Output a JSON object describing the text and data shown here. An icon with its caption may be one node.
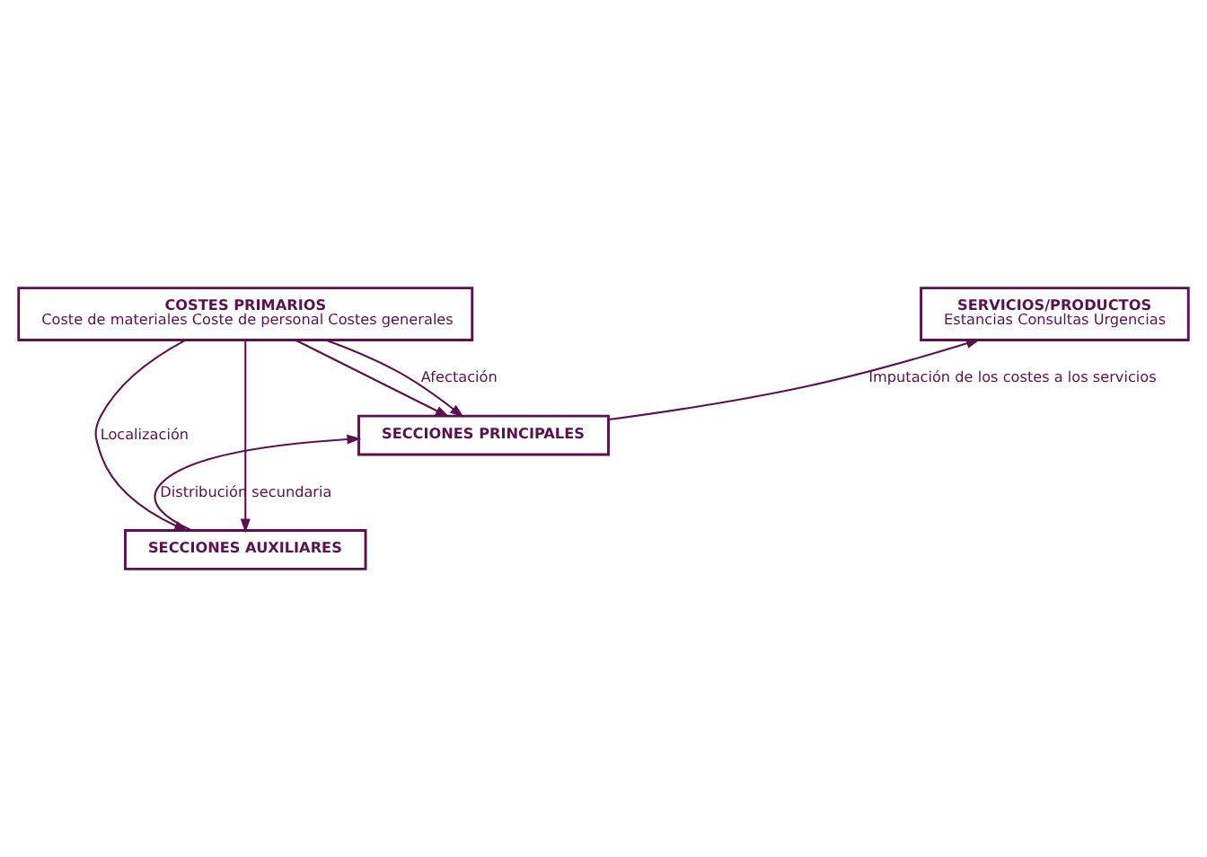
{
  "diagram": {
    "nodes": [
      {
        "text": [
          "COSTES PRIMARIOS",
          "Coste de materiales Coste de personal Costes generales"
        ]
      },
      {
        "text": [
          "SERVICIOS/PRODUCTOS",
          "Estancias Consultas Urgencias"
        ]
      },
      {
        "text": [
          "SECCIONES PRINCIPALES"
        ]
      },
      {
        "text": [
          "SECCIONES AUXILIARES"
        ]
      }
    ],
    "edges": [
      {
        "from": 0,
        "to": 3,
        "arrow": "to",
        "label": "Localización"
      },
      {
        "from": 0,
        "to": 2,
        "arrow": "to"
      },
      {
        "from": 0,
        "to": 3,
        "arrow": "to"
      },
      {
        "from": 0,
        "to": 2,
        "arrow": "to",
        "label": "Afectación"
      },
      {
        "from": 3,
        "to": 2,
        "arrow": "to",
        "label": "Distribución secundaria"
      },
      {
        "from": 2,
        "to": 1,
        "arrow": "to",
        "label": "Imputación de los costes a los servicios"
      }
    ]
  }
}
